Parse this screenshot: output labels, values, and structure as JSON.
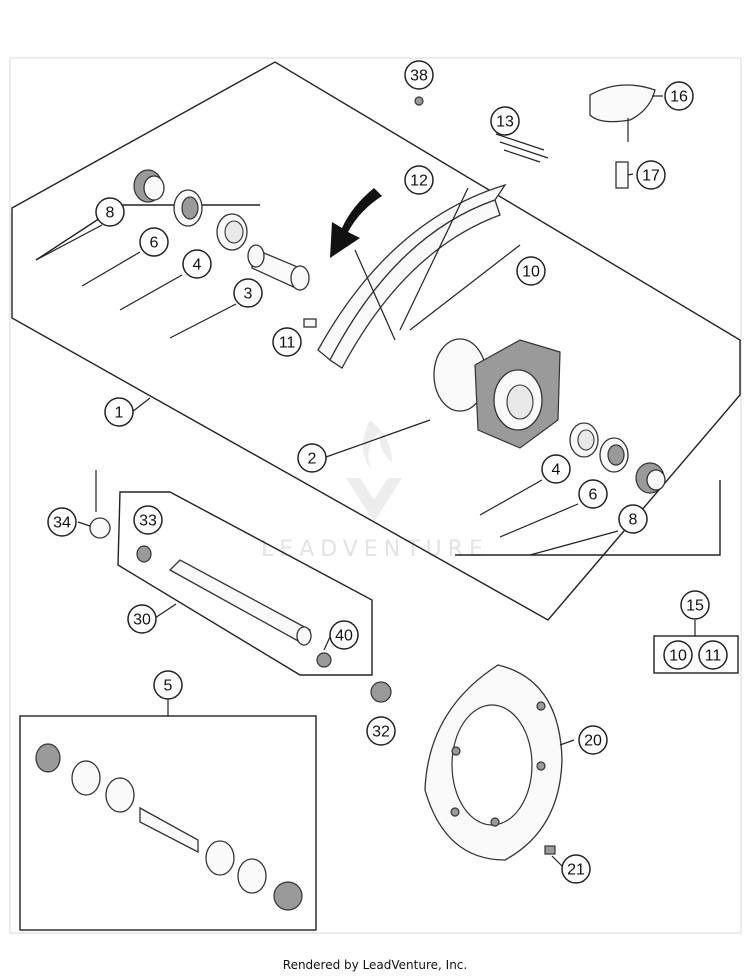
{
  "diagram": {
    "callouts": [
      "38",
      "16",
      "13",
      "12",
      "17",
      "8",
      "6",
      "4",
      "3",
      "10",
      "11",
      "1",
      "2",
      "4",
      "6",
      "8",
      "34",
      "33",
      "30",
      "40",
      "15",
      "10",
      "11",
      "5",
      "32",
      "20",
      "21"
    ],
    "watermark": "LEADVENTURE"
  },
  "footer": {
    "text": "Rendered by LeadVenture, Inc."
  }
}
